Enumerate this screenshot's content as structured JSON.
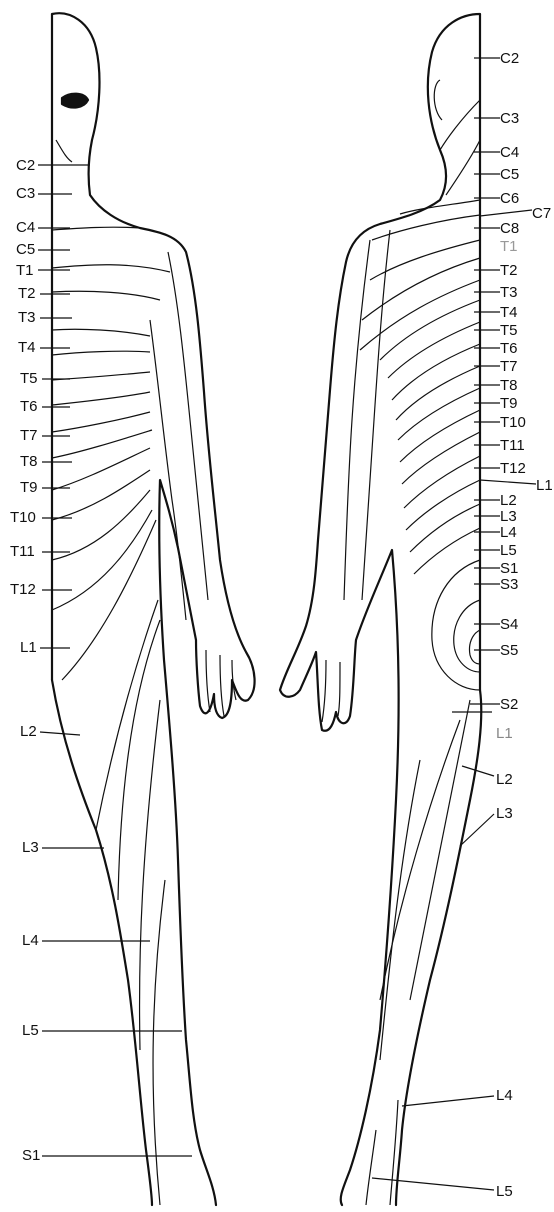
{
  "front_view": {
    "labels": [
      {
        "id": "c2",
        "text": "C2"
      },
      {
        "id": "c3",
        "text": "C3"
      },
      {
        "id": "c4",
        "text": "C4"
      },
      {
        "id": "c5",
        "text": "C5"
      },
      {
        "id": "t1",
        "text": "T1"
      },
      {
        "id": "t2",
        "text": "T2"
      },
      {
        "id": "t3",
        "text": "T3"
      },
      {
        "id": "t4",
        "text": "T4"
      },
      {
        "id": "t5",
        "text": "T5"
      },
      {
        "id": "t6",
        "text": "T6"
      },
      {
        "id": "t7",
        "text": "T7"
      },
      {
        "id": "t8",
        "text": "T8"
      },
      {
        "id": "t9",
        "text": "T9"
      },
      {
        "id": "t10",
        "text": "T10"
      },
      {
        "id": "t11",
        "text": "T11"
      },
      {
        "id": "t12",
        "text": "T12"
      },
      {
        "id": "l1",
        "text": "L1"
      },
      {
        "id": "l2",
        "text": "L2"
      },
      {
        "id": "l3",
        "text": "L3"
      },
      {
        "id": "l4",
        "text": "L4"
      },
      {
        "id": "l5",
        "text": "L5"
      },
      {
        "id": "s1",
        "text": "S1"
      }
    ]
  },
  "back_view": {
    "labels": [
      {
        "id": "c2",
        "text": "C2"
      },
      {
        "id": "c3",
        "text": "C3"
      },
      {
        "id": "c4",
        "text": "C4"
      },
      {
        "id": "c5",
        "text": "C5"
      },
      {
        "id": "c6",
        "text": "C6"
      },
      {
        "id": "c7",
        "text": "C7"
      },
      {
        "id": "c8",
        "text": "C8"
      },
      {
        "id": "t1",
        "text": "T1"
      },
      {
        "id": "t2",
        "text": "T2"
      },
      {
        "id": "t3",
        "text": "T3"
      },
      {
        "id": "t4",
        "text": "T4"
      },
      {
        "id": "t5",
        "text": "T5"
      },
      {
        "id": "t6",
        "text": "T6"
      },
      {
        "id": "t7",
        "text": "T7"
      },
      {
        "id": "t8",
        "text": "T8"
      },
      {
        "id": "t9",
        "text": "T9"
      },
      {
        "id": "t10",
        "text": "T10"
      },
      {
        "id": "t11",
        "text": "T11"
      },
      {
        "id": "t12",
        "text": "T12"
      },
      {
        "id": "l1",
        "text": "L1"
      },
      {
        "id": "l2",
        "text": "L2"
      },
      {
        "id": "l3",
        "text": "L3"
      },
      {
        "id": "l4",
        "text": "L4"
      },
      {
        "id": "l5",
        "text": "L5"
      },
      {
        "id": "s1",
        "text": "S1"
      },
      {
        "id": "s3",
        "text": "S3"
      },
      {
        "id": "s4",
        "text": "S4"
      },
      {
        "id": "s5",
        "text": "S5"
      },
      {
        "id": "s2",
        "text": "S2"
      },
      {
        "id": "l1_leg",
        "text": "L1"
      },
      {
        "id": "l2_leg",
        "text": "L2"
      },
      {
        "id": "l3_leg",
        "text": "L3"
      },
      {
        "id": "l4_leg",
        "text": "L4"
      },
      {
        "id": "l5_leg",
        "text": "L5"
      }
    ]
  }
}
